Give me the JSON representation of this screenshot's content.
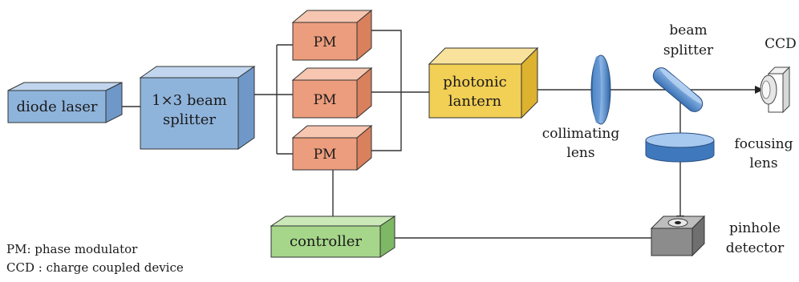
{
  "boxes": {
    "diode_laser": "diode laser",
    "beam_splitter_1x3_line1": "1×3 beam",
    "beam_splitter_1x3_line2": "splitter",
    "pm_top": "PM",
    "pm_middle": "PM",
    "pm_bottom": "PM",
    "photonic_lantern_line1": "photonic",
    "photonic_lantern_line2": "lantern",
    "controller": "controller"
  },
  "labels": {
    "collimating_lens_line1": "collimating",
    "collimating_lens_line2": "lens",
    "beam_splitter_line1": "beam",
    "beam_splitter_line2": "splitter",
    "ccd": "CCD",
    "focusing_lens_line1": "focusing",
    "focusing_lens_line2": "lens",
    "pinhole_detector_line1": "pinhole",
    "pinhole_detector_line2": "detector"
  },
  "legend": {
    "pm": "PM: phase modulator",
    "ccd": "CCD : charge coupled device"
  },
  "colors": {
    "blue_box": "#8fb4dc",
    "orange_box": "#ec9d7d",
    "yellow_box": "#f2cf55",
    "green_box": "#a6d68a",
    "lens_blue": "#4f86c6",
    "detector_gray": "#8c8c8c",
    "line": "#333333"
  }
}
